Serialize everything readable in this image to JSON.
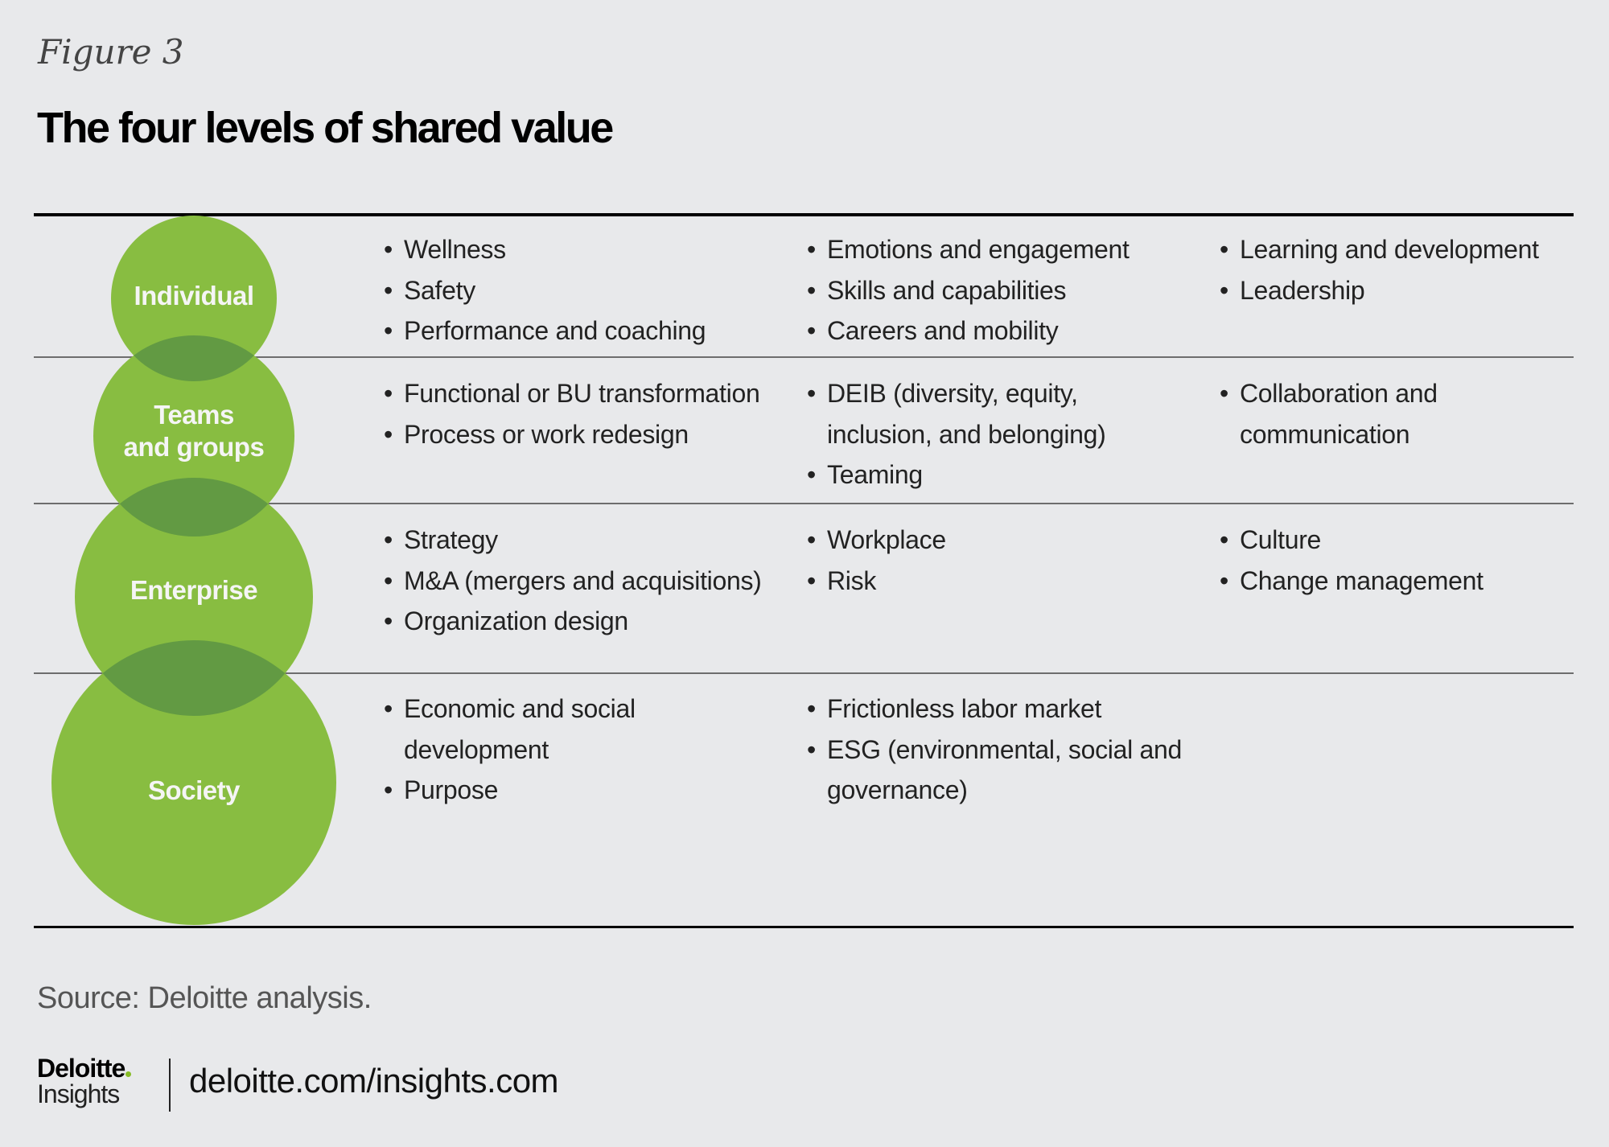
{
  "figure_label": "Figure 3",
  "title": "The four levels of shared value",
  "colors": {
    "background": "#e8e9eb",
    "circle": "#88bd41",
    "overlap": "#629a43"
  },
  "levels": [
    {
      "label_lines": [
        "Individual"
      ],
      "columns": [
        [
          "Wellness",
          "Safety",
          "Performance and coaching"
        ],
        [
          "Emotions and engagement",
          "Skills and capabilities",
          "Careers and mobility"
        ],
        [
          "Learning and development",
          "Leadership"
        ]
      ]
    },
    {
      "label_lines": [
        "Teams",
        "and groups"
      ],
      "columns": [
        [
          "Functional or BU transformation",
          "Process or work redesign"
        ],
        [
          "DEIB (diversity, equity, inclusion, and belonging)",
          "Teaming"
        ],
        [
          "Collaboration and communication"
        ]
      ]
    },
    {
      "label_lines": [
        "Enterprise"
      ],
      "columns": [
        [
          "Strategy",
          "M&A (mergers and acquisitions)",
          "Organization design"
        ],
        [
          "Workplace",
          "Risk"
        ],
        [
          "Culture",
          "Change management"
        ]
      ]
    },
    {
      "label_lines": [
        "Society"
      ],
      "columns": [
        [
          "Economic and social development",
          "Purpose"
        ],
        [
          "Frictionless labor market",
          "ESG (environmental, social and governance)"
        ],
        []
      ]
    }
  ],
  "source": "Source: Deloitte analysis.",
  "footer": {
    "logo_brand": "Deloitte",
    "logo_sub": "Insights",
    "url": "deloitte.com/insights.com"
  }
}
